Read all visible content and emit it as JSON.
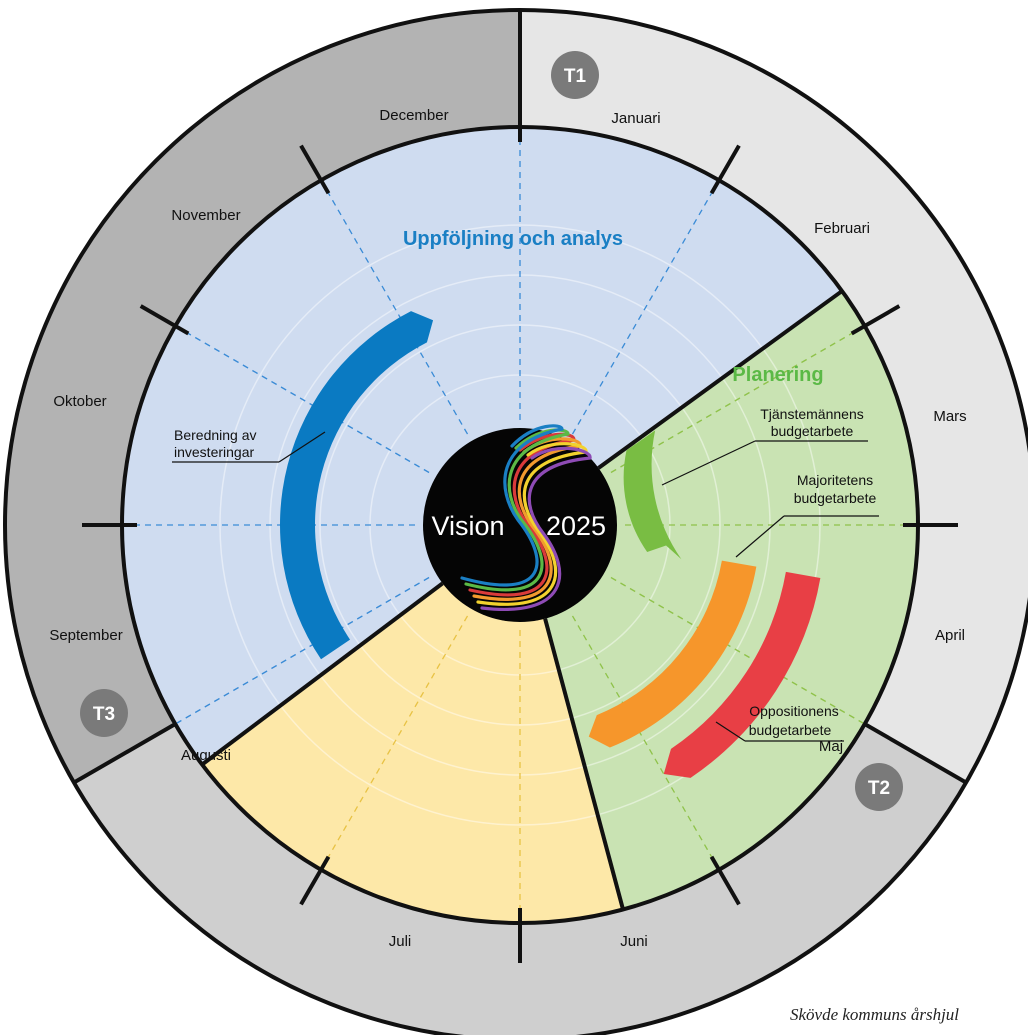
{
  "months": [
    "Januari",
    "Februari",
    "Mars",
    "April",
    "Maj",
    "Juni",
    "Juli",
    "Augusti",
    "September",
    "Oktober",
    "November",
    "December"
  ],
  "terms": [
    {
      "label": "T1",
      "color": "#e6e6e6"
    },
    {
      "label": "T2",
      "color": "#cfcfcf"
    },
    {
      "label": "T3",
      "color": "#b3b3b3"
    }
  ],
  "phases": {
    "followup": {
      "title": "Uppföljning och analys",
      "color": "#1a7fc4",
      "fill": "#cfdcf0"
    },
    "planning": {
      "title": "Planering",
      "color": "#5bb946",
      "fill": "#c9e3b3"
    },
    "summer": {
      "fill": "#fde8a8"
    }
  },
  "callouts": {
    "investments": [
      "Beredning av",
      "investeringar"
    ],
    "officials": [
      "Tjänstemännens",
      "budgetarbete"
    ],
    "majority": [
      "Majoritetens",
      "budgetarbete"
    ],
    "opposition": [
      "Oppositionens",
      "budgetarbete"
    ]
  },
  "arc_colors": {
    "investments": "#0a7ac2",
    "officials": "#79bd43",
    "majority": "#f6962b",
    "opposition": "#e83f45"
  },
  "center": {
    "left_text": "Vision",
    "right_text": "2025"
  },
  "caption": "Skövde kommuns årshjul"
}
